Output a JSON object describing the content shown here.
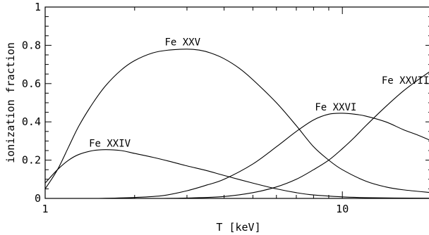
{
  "chart_data": {
    "type": "line",
    "xlabel": "T [keV]",
    "ylabel": "ionization fraction",
    "xscale": "log",
    "xlim": [
      1,
      20
    ],
    "ylim": [
      0,
      1
    ],
    "x_ticks": [
      1,
      10
    ],
    "x_tick_labels": [
      "1",
      "10"
    ],
    "y_ticks": [
      0,
      0.2,
      0.4,
      0.6,
      0.8,
      1
    ],
    "y_tick_labels": [
      "0",
      "0.2",
      "0.4",
      "0.6",
      "0.8",
      "1"
    ],
    "grid": false,
    "series": [
      {
        "name": "Fe XXIV",
        "x": [
          1,
          1.1,
          1.2,
          1.3,
          1.45,
          1.6,
          1.8,
          2.0,
          2.3,
          2.6,
          3.0,
          3.5,
          4.0,
          5.0,
          6.0,
          7.0,
          8.0,
          10,
          12,
          15,
          20
        ],
        "y": [
          0.08,
          0.15,
          0.2,
          0.23,
          0.25,
          0.255,
          0.25,
          0.235,
          0.215,
          0.195,
          0.17,
          0.145,
          0.12,
          0.08,
          0.05,
          0.03,
          0.018,
          0.008,
          0.004,
          0.002,
          0.001
        ]
      },
      {
        "name": "Fe XXV",
        "x": [
          1,
          1.1,
          1.2,
          1.3,
          1.45,
          1.6,
          1.8,
          2.0,
          2.3,
          2.6,
          3.0,
          3.3,
          3.6,
          4.0,
          4.5,
          5.0,
          6.0,
          7.0,
          8.0,
          9.0,
          10,
          12,
          14,
          16,
          20
        ],
        "y": [
          0.05,
          0.15,
          0.27,
          0.38,
          0.5,
          0.59,
          0.67,
          0.72,
          0.76,
          0.775,
          0.78,
          0.775,
          0.76,
          0.73,
          0.68,
          0.62,
          0.5,
          0.38,
          0.27,
          0.2,
          0.15,
          0.09,
          0.06,
          0.045,
          0.03
        ]
      },
      {
        "name": "Fe XXVI",
        "x": [
          1.5,
          2.0,
          2.5,
          3.0,
          3.5,
          4.0,
          5.0,
          6.0,
          7.0,
          8.0,
          9.0,
          10,
          11,
          12,
          14,
          16,
          18,
          20
        ],
        "y": [
          0.0,
          0.005,
          0.015,
          0.04,
          0.07,
          0.1,
          0.18,
          0.27,
          0.35,
          0.41,
          0.44,
          0.445,
          0.44,
          0.43,
          0.4,
          0.36,
          0.33,
          0.3
        ]
      },
      {
        "name": "Fe XXVII",
        "x": [
          2.5,
          3.0,
          4.0,
          5.0,
          6.0,
          7.0,
          8.0,
          9.0,
          10,
          11,
          12,
          14,
          16,
          18,
          20
        ],
        "y": [
          0.0,
          0.002,
          0.01,
          0.03,
          0.06,
          0.1,
          0.15,
          0.2,
          0.26,
          0.32,
          0.38,
          0.48,
          0.56,
          0.62,
          0.67
        ]
      }
    ],
    "annotations": [
      {
        "text": "Fe XXIV",
        "x": 1.65,
        "y": 0.27
      },
      {
        "text": "Fe XXV",
        "x": 2.9,
        "y": 0.8
      },
      {
        "text": "Fe XXVI",
        "x": 9.5,
        "y": 0.46
      },
      {
        "text": "Fe XXVII",
        "x": 16.3,
        "y": 0.6
      }
    ]
  }
}
